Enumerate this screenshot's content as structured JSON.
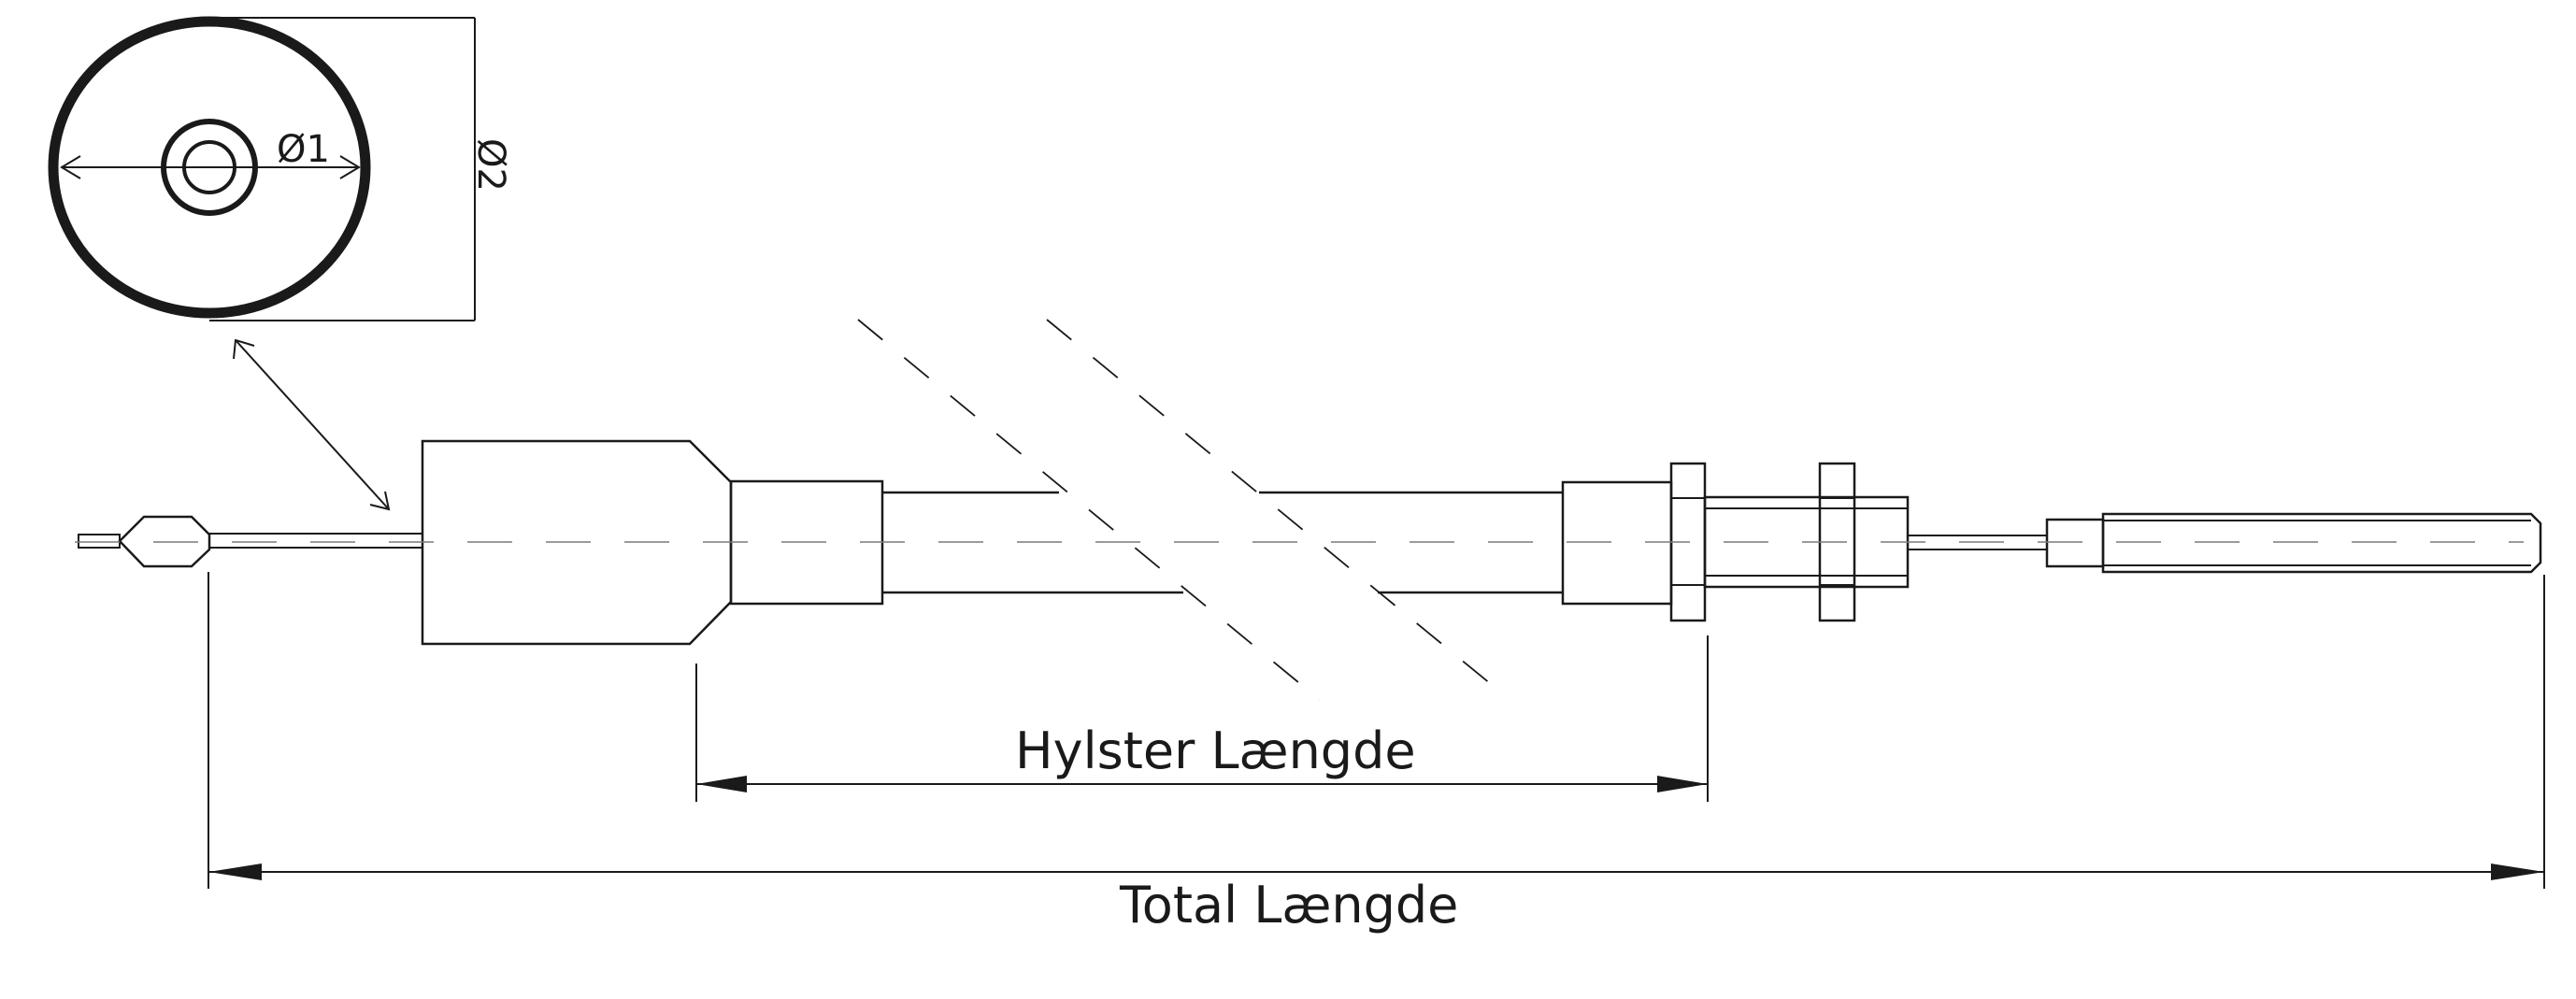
{
  "labels": {
    "inner_diameter": "Ø1",
    "outer_diameter": "Ø2",
    "sleeve_length": "Hylster Længde",
    "total_length": "Total Længde"
  },
  "colors": {
    "line": "#1a1a1a",
    "centerline": "#7a7a7a",
    "background": "#ffffff"
  }
}
